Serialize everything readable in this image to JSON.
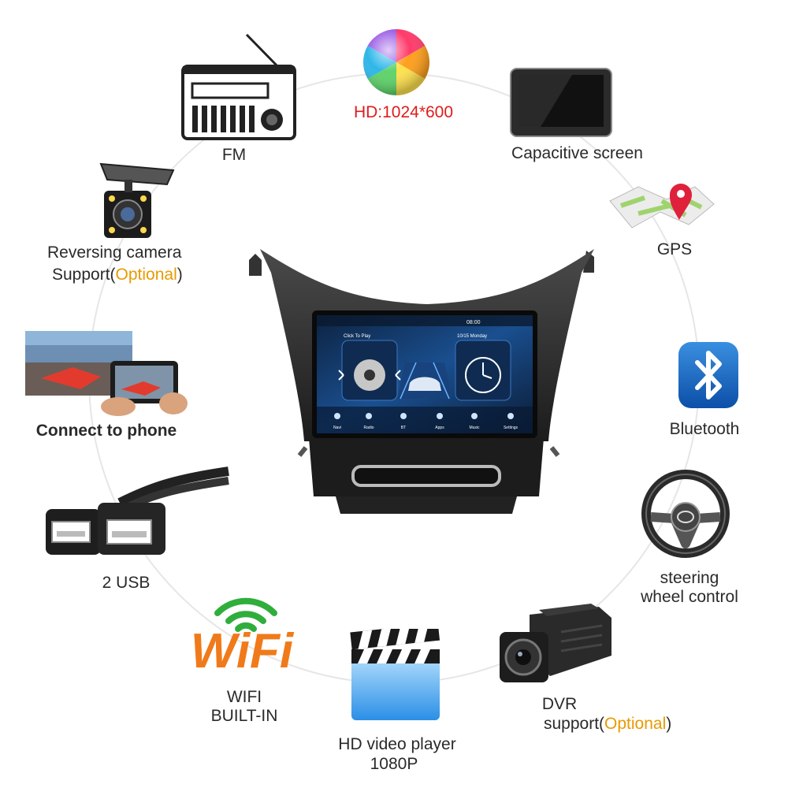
{
  "features": {
    "resolution": {
      "label": "HD:1024*600"
    },
    "fm": {
      "label": "FM"
    },
    "screen": {
      "label": "Capacitive screen"
    },
    "reversing_camera": {
      "line1": "Reversing camera",
      "line2_prefix": "Support(",
      "line2_optional": "Optional",
      "line2_suffix": ")"
    },
    "gps": {
      "label": "GPS"
    },
    "phone": {
      "label": "Connect to phone"
    },
    "bluetooth": {
      "label": "Bluetooth"
    },
    "usb": {
      "label": "2 USB"
    },
    "steering": {
      "line1": "steering",
      "line2": "wheel control"
    },
    "wifi": {
      "logo": "WiFi",
      "line1": "WIFI",
      "line2": "BUILT-IN"
    },
    "video": {
      "line1": "HD video player",
      "line2": "1080P"
    },
    "dvr": {
      "line1": "DVR",
      "line2_prefix": "support(",
      "line2_optional": "Optional",
      "line2_suffix": ")"
    }
  },
  "head_unit": {
    "time": "08:00",
    "date": "10/15 Monday",
    "music_prompt": "Click To Play",
    "dock": [
      "Navi",
      "Radio",
      "BT",
      "Apps",
      "Music",
      "Settings"
    ]
  },
  "colors": {
    "optional": "#e89a00",
    "resolution": "#e01b1b",
    "ring": "#e6e6e6"
  }
}
